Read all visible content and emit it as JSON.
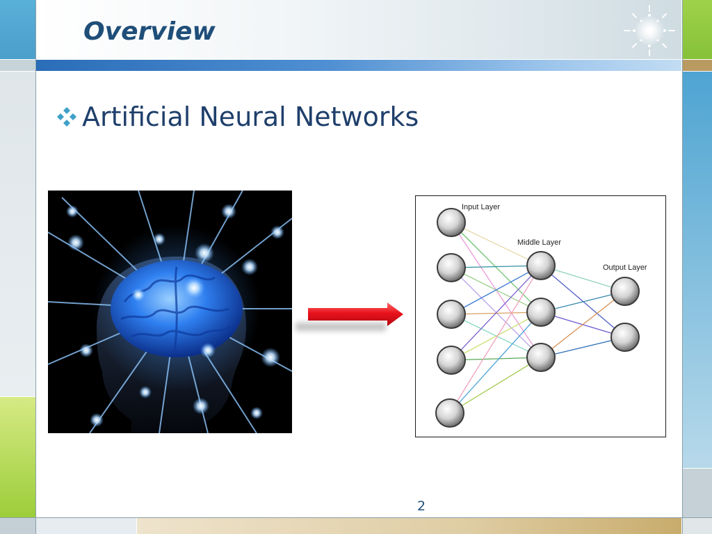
{
  "slide": {
    "title": "Overview",
    "bullet": "Artificial Neural Networks",
    "page_number": "2"
  },
  "diagram": {
    "input_layer_label": "Input Layer",
    "middle_layer_label": "Middle Layer",
    "output_layer_label": "Output Layer"
  },
  "colors": {
    "title": "#1f4e79",
    "bullet_icon": "#3fa0c8",
    "accent_green": "#8dc63f",
    "accent_blue": "#5aaed6",
    "arrow_red": "#e8121c"
  },
  "icons": [
    "diamond-bullet-icon",
    "sparkle-logo-icon"
  ]
}
